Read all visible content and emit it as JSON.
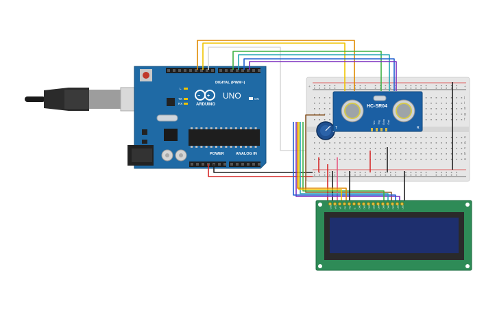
{
  "arduino": {
    "brand": "ARDUINO",
    "model": "UNO",
    "digital_label": "DIGITAL (PWM~)",
    "power_label": "POWER",
    "analog_label": "ANALOG IN",
    "on_label": "ON",
    "tx_label": "TX",
    "rx_label": "RX",
    "l_label": "L",
    "board_color": "#1f6aa5"
  },
  "sensor": {
    "name": "HC-SR04",
    "pins": [
      "Vcc",
      "Trig",
      "Echo",
      "Gnd"
    ],
    "board_color": "#1b5fa3"
  },
  "breadboard": {
    "rows_top": [
      "j",
      "i",
      "h",
      "g",
      "f"
    ],
    "rows_bottom": [
      "e",
      "d",
      "c",
      "b",
      "a"
    ]
  },
  "lcd": {
    "pins": [
      "GND",
      "VCC",
      "V0",
      "RS",
      "RW",
      "E",
      "DB0",
      "DB1",
      "DB2",
      "DB3",
      "DB4",
      "DB5",
      "DB6",
      "DB7",
      "LED",
      "LED"
    ],
    "pcb_color": "#2e8b57",
    "screen_color": "#1e2f6e"
  },
  "wire_colors": {
    "orange": "#e08a00",
    "yellow": "#f0c400",
    "white": "#d9d9d9",
    "green": "#3cb043",
    "teal": "#22a6b3",
    "blue": "#1f5fd1",
    "purple": "#7b2fbf",
    "red": "#d62828",
    "black": "#222222",
    "brown": "#8b5a2b",
    "pink": "#e75480"
  }
}
